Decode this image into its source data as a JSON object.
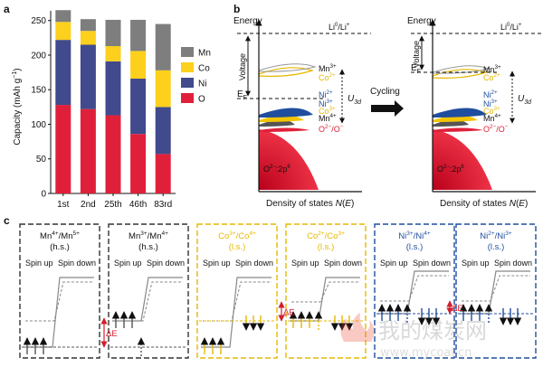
{
  "panel_labels": {
    "a": "a",
    "b": "b",
    "c": "c"
  },
  "chart_data": {
    "type": "bar",
    "stacked": true,
    "categories": [
      "1st",
      "2nd",
      "25th",
      "46th",
      "83rd"
    ],
    "ylabel": "Capacity (mAh g",
    "ylabel_sup": "−1",
    "ylabel_close": ")",
    "ylim": [
      0,
      250
    ],
    "yticks": [
      0,
      50,
      100,
      150,
      200,
      250
    ],
    "legend_position": "right",
    "series": [
      {
        "name": "O",
        "color": "#e0203a",
        "values": [
          128,
          122,
          113,
          86,
          57
        ]
      },
      {
        "name": "Ni",
        "color": "#414a8c",
        "values": [
          94,
          93,
          78,
          80,
          68
        ]
      },
      {
        "name": "Co",
        "color": "#fcd01c",
        "values": [
          26,
          20,
          22,
          40,
          53
        ]
      },
      {
        "name": "Mn",
        "color": "#7e7e7e",
        "values": [
          17,
          17,
          38,
          45,
          67
        ]
      }
    ]
  },
  "panel_b": {
    "energy": "Energy",
    "voltage": "Voltage",
    "fermi": "E",
    "fermi_sub": "F",
    "li": "Li",
    "li_sup1": "0",
    "li_sep": "/Li",
    "li_sup2": "+",
    "u3d": "U",
    "u3d_sub": "3d",
    "cycling": "Cycling",
    "o_band": "O",
    "o_band_sup": "2−",
    "o_band_mid": ":2p",
    "o_band_sup2": "6",
    "xlabel": "Density of states ",
    "xlabel_var": "N",
    "xlabel_arg": "(",
    "xlabel_argvar": "E",
    "xlabel_close": ")",
    "labels_left": [
      {
        "base": "Mn",
        "sup": "3+",
        "color": "#111111"
      },
      {
        "base": "Co",
        "sup": "2+",
        "color": "#e6b800"
      },
      {
        "base": "Ni",
        "sup": "2+",
        "color": "#1f4e9e"
      },
      {
        "base": "Ni",
        "sup": "3+",
        "color": "#1f4e9e"
      },
      {
        "base": "Co",
        "sup": "3+",
        "color": "#e6b800"
      },
      {
        "base": "Mn",
        "sup": "4+",
        "color": "#111111"
      },
      {
        "base": "O",
        "sup": "2−",
        "mid": "/O",
        "sup2": "−",
        "color": "#e0203a"
      }
    ]
  },
  "panel_c": {
    "spin_up": "Spin up",
    "spin_down": "Spin down",
    "delta_e": "ΔE",
    "boxes": [
      {
        "base1": "Mn",
        "sup1": "4+",
        "base2": "/Mn",
        "sup2": "5+",
        "state": "(h.s.)",
        "color": "#333333"
      },
      {
        "base1": "Mn",
        "sup1": "3+",
        "base2": "/Mn",
        "sup2": "4+",
        "state": "(h.s.)",
        "color": "#333333"
      },
      {
        "base1": "Co",
        "sup1": "3+",
        "base2": "/Co",
        "sup2": "4+",
        "state": "(l.s.)",
        "color": "#e6b800"
      },
      {
        "base1": "Co",
        "sup1": "2+",
        "base2": "/Co",
        "sup2": "3+",
        "state": "(l.s.)",
        "color": "#e6b800"
      },
      {
        "base1": "Ni",
        "sup1": "3+",
        "base2": "/Ni",
        "sup2": "4+",
        "state": "(l.s.)",
        "color": "#1f4e9e"
      },
      {
        "base1": "Ni",
        "sup1": "2+",
        "base2": "/Ni",
        "sup2": "3+",
        "state": "(l.s.)",
        "color": "#1f4e9e"
      }
    ]
  },
  "watermark": {
    "cn": "我的煤炭网",
    "url": "www.mycoal.cn"
  }
}
